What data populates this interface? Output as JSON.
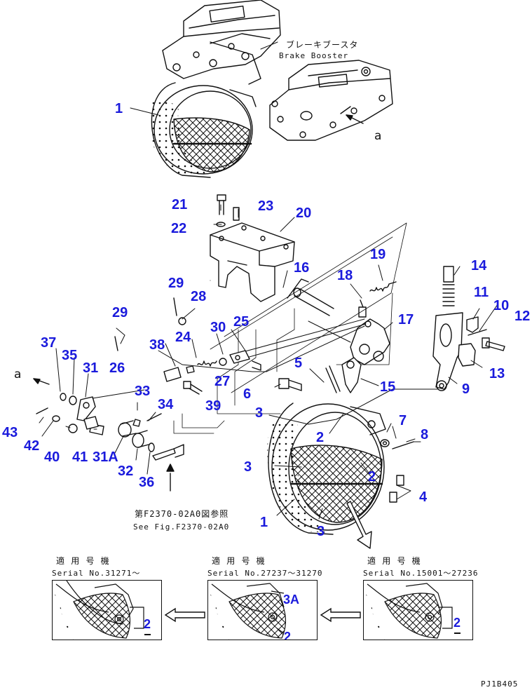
{
  "labels": {
    "brake_booster_jp": "ブレーキブースタ",
    "brake_booster_en": "Brake Booster",
    "view_a_top": "a",
    "view_a_left": "a",
    "see_fig_jp": "第F2370-02A0図参照",
    "see_fig_en": "See Fig.F2370-02A0",
    "drawing_code": "PJ1B405"
  },
  "callouts": {
    "p1_top": "1",
    "p1_bottom": "1",
    "p2_a": "2",
    "p2_b": "2",
    "p3_a": "3",
    "p3_b": "3",
    "p3_c": "3",
    "p4": "4",
    "p5": "5",
    "p6": "6",
    "p7": "7",
    "p8": "8",
    "p9": "9",
    "p10": "10",
    "p11": "11",
    "p12": "12",
    "p13": "13",
    "p14": "14",
    "p15": "15",
    "p16": "16",
    "p17": "17",
    "p18": "18",
    "p19": "19",
    "p20": "20",
    "p21": "21",
    "p22": "22",
    "p23": "23",
    "p24": "24",
    "p25": "25",
    "p26": "26",
    "p27": "27",
    "p28": "28",
    "p29_a": "29",
    "p29_b": "29",
    "p30": "30",
    "p31": "31",
    "p31a": "31A",
    "p32": "32",
    "p33": "33",
    "p34": "34",
    "p35": "35",
    "p36": "36",
    "p37": "37",
    "p38": "38",
    "p39": "39",
    "p40": "40",
    "p41": "41",
    "p42": "42",
    "p43": "43"
  },
  "serial_panels": [
    {
      "applies_jp": "適 用 号 機",
      "serial": "Serial No.31271～",
      "part": "2"
    },
    {
      "applies_jp": "適 用 号 機",
      "serial": "Serial No.27237～31270",
      "part": "3A",
      "part2": "2"
    },
    {
      "applies_jp": "適 用 号 機",
      "serial": "Serial No.15001～27236",
      "part": "2"
    }
  ],
  "colors": {
    "callout": "#1a1adc",
    "line": "#111111",
    "background": "#ffffff"
  }
}
